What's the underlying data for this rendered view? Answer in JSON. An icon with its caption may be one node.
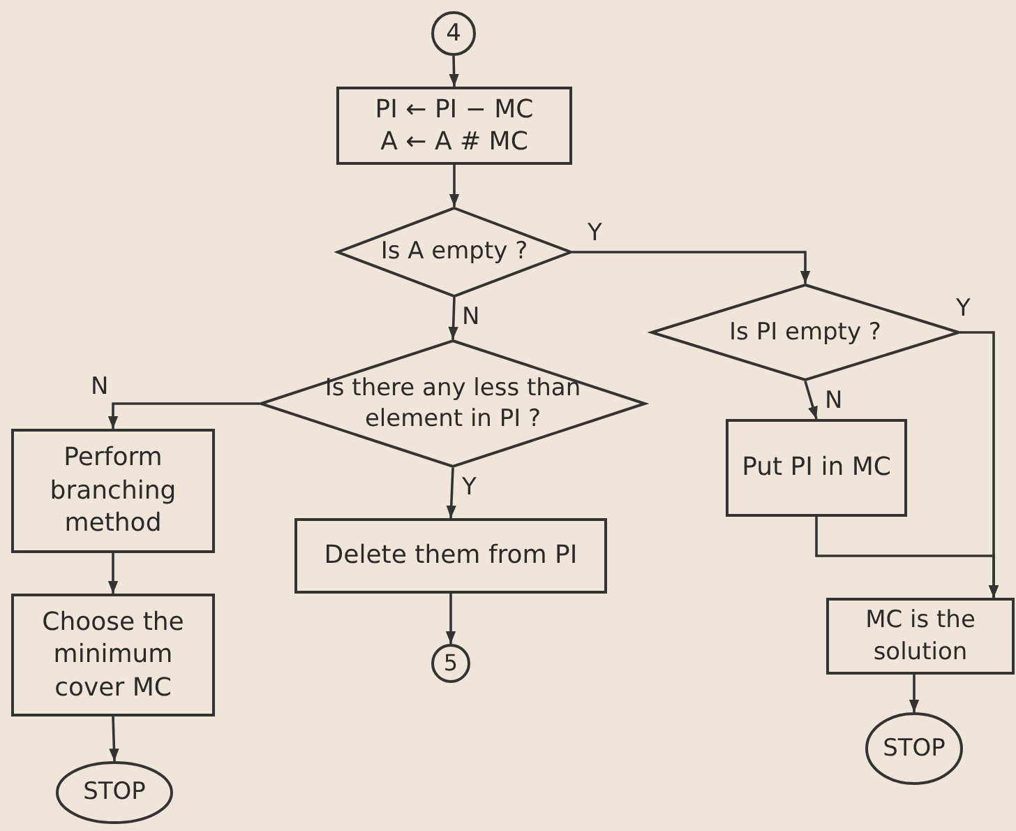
{
  "diagram": {
    "nodes": [
      {
        "text": [
          "4"
        ]
      },
      {
        "text": [
          "PI ← PI − MC",
          "A ← A # MC"
        ]
      },
      {
        "text": [
          "Is A empty ?"
        ]
      },
      {
        "text": [
          "Is there any less than element in PI ?"
        ]
      },
      {
        "text": [
          "Perform branching method"
        ]
      },
      {
        "text": [
          "Choose the minimum cover MC"
        ]
      },
      {
        "text": [
          "STOP"
        ]
      },
      {
        "text": [
          "Delete them from PI"
        ]
      },
      {
        "text": [
          "5"
        ]
      },
      {
        "text": [
          "Is PI empty ?"
        ]
      },
      {
        "text": [
          "Put PI in MC"
        ]
      },
      {
        "text": [
          "MC is the solution"
        ]
      },
      {
        "text": [
          "STOP"
        ]
      }
    ],
    "edges": [
      {
        "from": 0,
        "to": 1,
        "arrow": "to"
      },
      {
        "from": 1,
        "to": 2,
        "arrow": "to"
      },
      {
        "from": 2,
        "to": 3,
        "arrow": "to",
        "label": "N"
      },
      {
        "from": 2,
        "to": 9,
        "arrow": "to",
        "label": "Y"
      },
      {
        "from": 3,
        "to": 4,
        "arrow": "to",
        "label": "N"
      },
      {
        "from": 3,
        "to": 7,
        "arrow": "to",
        "label": "Y"
      },
      {
        "from": 4,
        "to": 5,
        "arrow": "to"
      },
      {
        "from": 5,
        "to": 6,
        "arrow": "to"
      },
      {
        "from": 7,
        "to": 8,
        "arrow": "to"
      },
      {
        "from": 9,
        "to": 10,
        "arrow": "to",
        "label": "N"
      },
      {
        "from": 9,
        "to": 11,
        "arrow": "to",
        "label": "Y"
      },
      {
        "from": 10,
        "to": 11,
        "arrow": "to"
      },
      {
        "from": 11,
        "to": 12,
        "arrow": "to"
      }
    ]
  }
}
